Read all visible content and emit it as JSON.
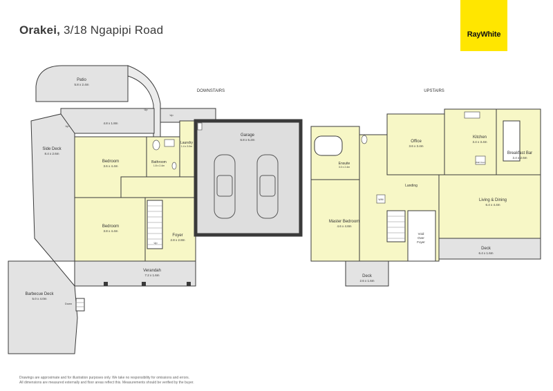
{
  "title": {
    "bold": "Orakei,",
    "rest": "3/18 Ngapipi Road"
  },
  "brand": {
    "name": "RayWhite",
    "color": "#ffe600"
  },
  "colors": {
    "room": "#f7f7c6",
    "outdoor": "#e3e3e3",
    "wall": "#3a3a3a",
    "garage": "#dedede"
  },
  "sections": {
    "downstairs": "DOWNSTAIRS",
    "upstairs": "UPSTAIRS"
  },
  "rooms": {
    "patio": {
      "name": "Patio",
      "size": "5.8 x 2.4m"
    },
    "deck_top": {
      "size": "4.8 x 1.8m"
    },
    "side_deck": {
      "name": "Side Deck",
      "size": "8.4 x 2.6m"
    },
    "bedroom1": {
      "name": "Bedroom",
      "size": "3.6 x 4.4m"
    },
    "bathroom": {
      "name": "Bathroom",
      "size": "1.8 x 2.4m"
    },
    "laundry": {
      "name": "Laundry",
      "size": "1.4 x 3.0m"
    },
    "garage": {
      "name": "Garage",
      "size": "6.8 x 6.2m"
    },
    "bedroom2": {
      "name": "Bedroom",
      "size": "3.8 x 4.4m"
    },
    "foyer": {
      "name": "Foyer",
      "size": "2.8 x 2.8m"
    },
    "verandah": {
      "name": "Verandah",
      "size": "7.2 x 1.6m"
    },
    "barbecue": {
      "name": "Barbecue Deck",
      "size": "5.0 x 4.0m"
    },
    "ensuite": {
      "name": "Ensuite",
      "size": "3.0 x 2.4m"
    },
    "office": {
      "name": "Office",
      "size": "3.6 x 3.4m"
    },
    "kitchen": {
      "name": "Kitchen",
      "size": "3.4 x 3.4m"
    },
    "breakfast": {
      "name": "Breakfast Bar",
      "size": "3.4 x 2.6m"
    },
    "landing": {
      "name": "Landing"
    },
    "master": {
      "name": "Master Bedroom",
      "size": "4.6 x 4.8m"
    },
    "living": {
      "name": "Living & Dining",
      "size": "6.4 x 4.4m"
    },
    "void": {
      "line1": "Void",
      "line2": "Over",
      "line3": "Foyer"
    },
    "deck_right": {
      "name": "Deck",
      "size": "6.4 x 1.6m"
    },
    "deck_small": {
      "name": "Deck",
      "size": "2.6 x 1.6m"
    }
  },
  "annotations": {
    "up1": "Up",
    "up2": "Up",
    "up3": "Up",
    "up4": "Up",
    "down": "Down",
    "wm": "W/M",
    "wall_oven": "Wall Oven"
  },
  "disclaimer": {
    "line1": "Drawings are approximate and for illustration purposes only. We take no responsibility for omissions and errors.",
    "line2": "All dimensions are measured externally and floor areas reflect this. Measurements should be verified by the buyer."
  }
}
